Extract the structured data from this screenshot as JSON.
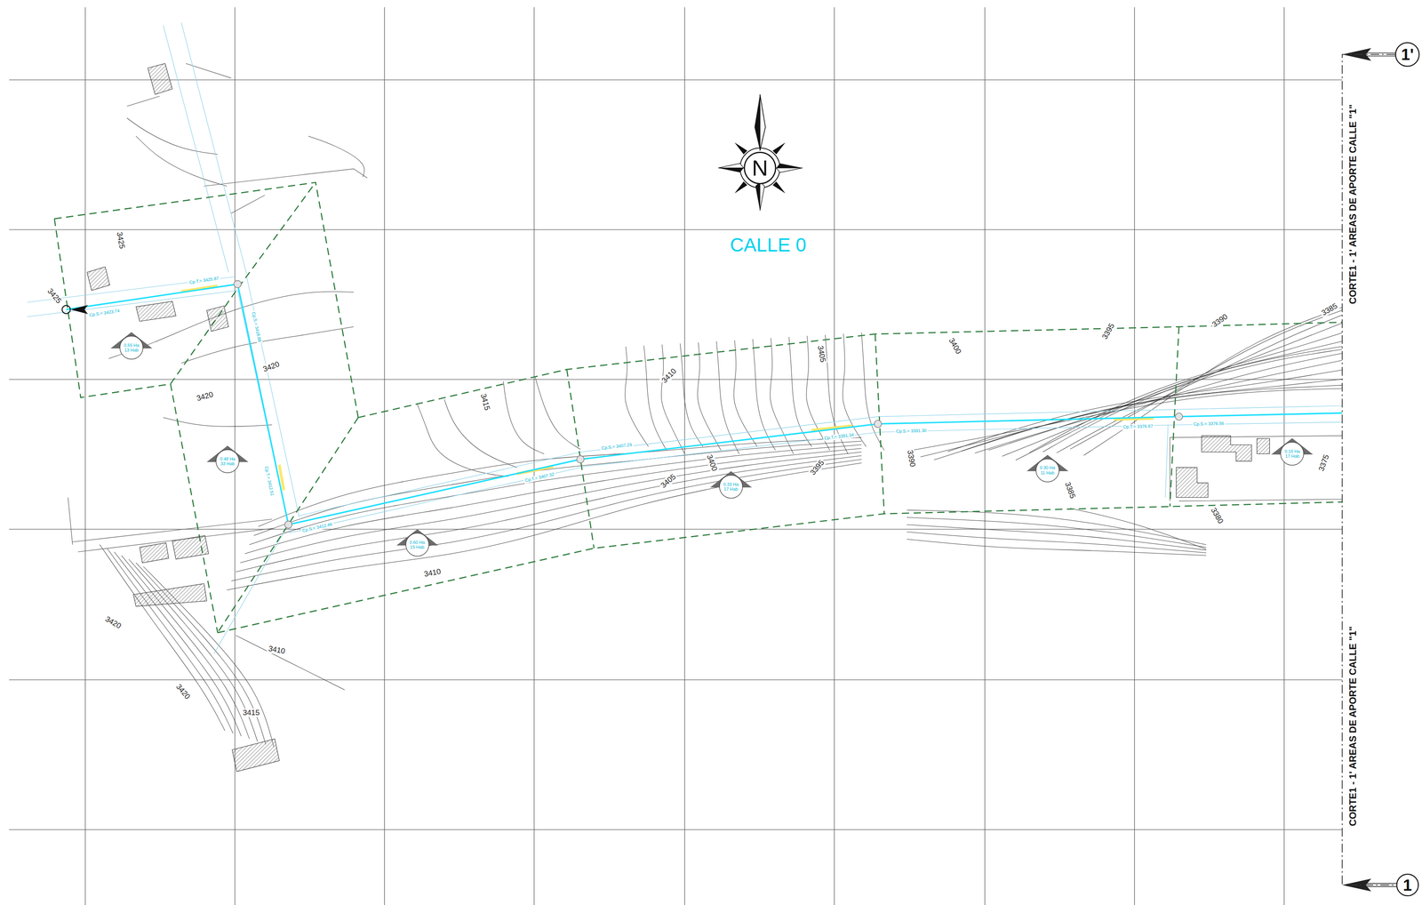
{
  "diagram": {
    "nodes": [
      {
        "text": [
          "1'"
        ]
      },
      {
        "text": [
          "N"
        ]
      },
      {
        "text": [
          "0.55 Ha",
          "13 Hab"
        ]
      },
      {
        "text": [
          "0.16 Ha",
          "17 Hab"
        ]
      },
      {
        "text": [
          "0.48 Ha",
          "33 Hab"
        ]
      },
      {
        "text": [
          "0.30 Ha",
          "11 Hab"
        ]
      },
      {
        "text": [
          "0.33 Ha",
          "17 Hab"
        ]
      },
      {
        "text": [
          "0.60 Ha",
          "15 Hab"
        ]
      },
      {
        "text": [
          "1"
        ]
      }
    ],
    "edges": [
      {
        "from": 0,
        "to": 8,
        "arrow": "none",
        "label": "CORTE1 - 1' AREAS DE APORTE CALLE \"1\""
      }
    ],
    "labels": [
      "CALLE 0",
      "3425",
      "3425",
      "Cp.S.= 3423.74",
      "Cp.T.= 3425.87",
      "Cp.S.= 3418.88",
      "Cp.T.= 3412.51",
      "Cp.S.= 3412.46",
      "Cp.T.= 3407.32",
      "Cp.S.= 3407.29",
      "Cp.T.= 3391.34",
      "Cp.S.= 3391.30",
      "Cp.T.= 3376.67",
      "Cp.S.= 3376.56",
      "3420",
      "3420",
      "3415",
      "3410",
      "3405",
      "3400",
      "3395",
      "3390",
      "3385",
      "3405",
      "3400",
      "3395",
      "3390",
      "3385",
      "3380",
      "3375",
      "3410",
      "3420",
      "3410",
      "3420",
      "3415",
      "CORTE1 - 1' AREAS DE APORTE CALLE \"1\""
    ]
  }
}
